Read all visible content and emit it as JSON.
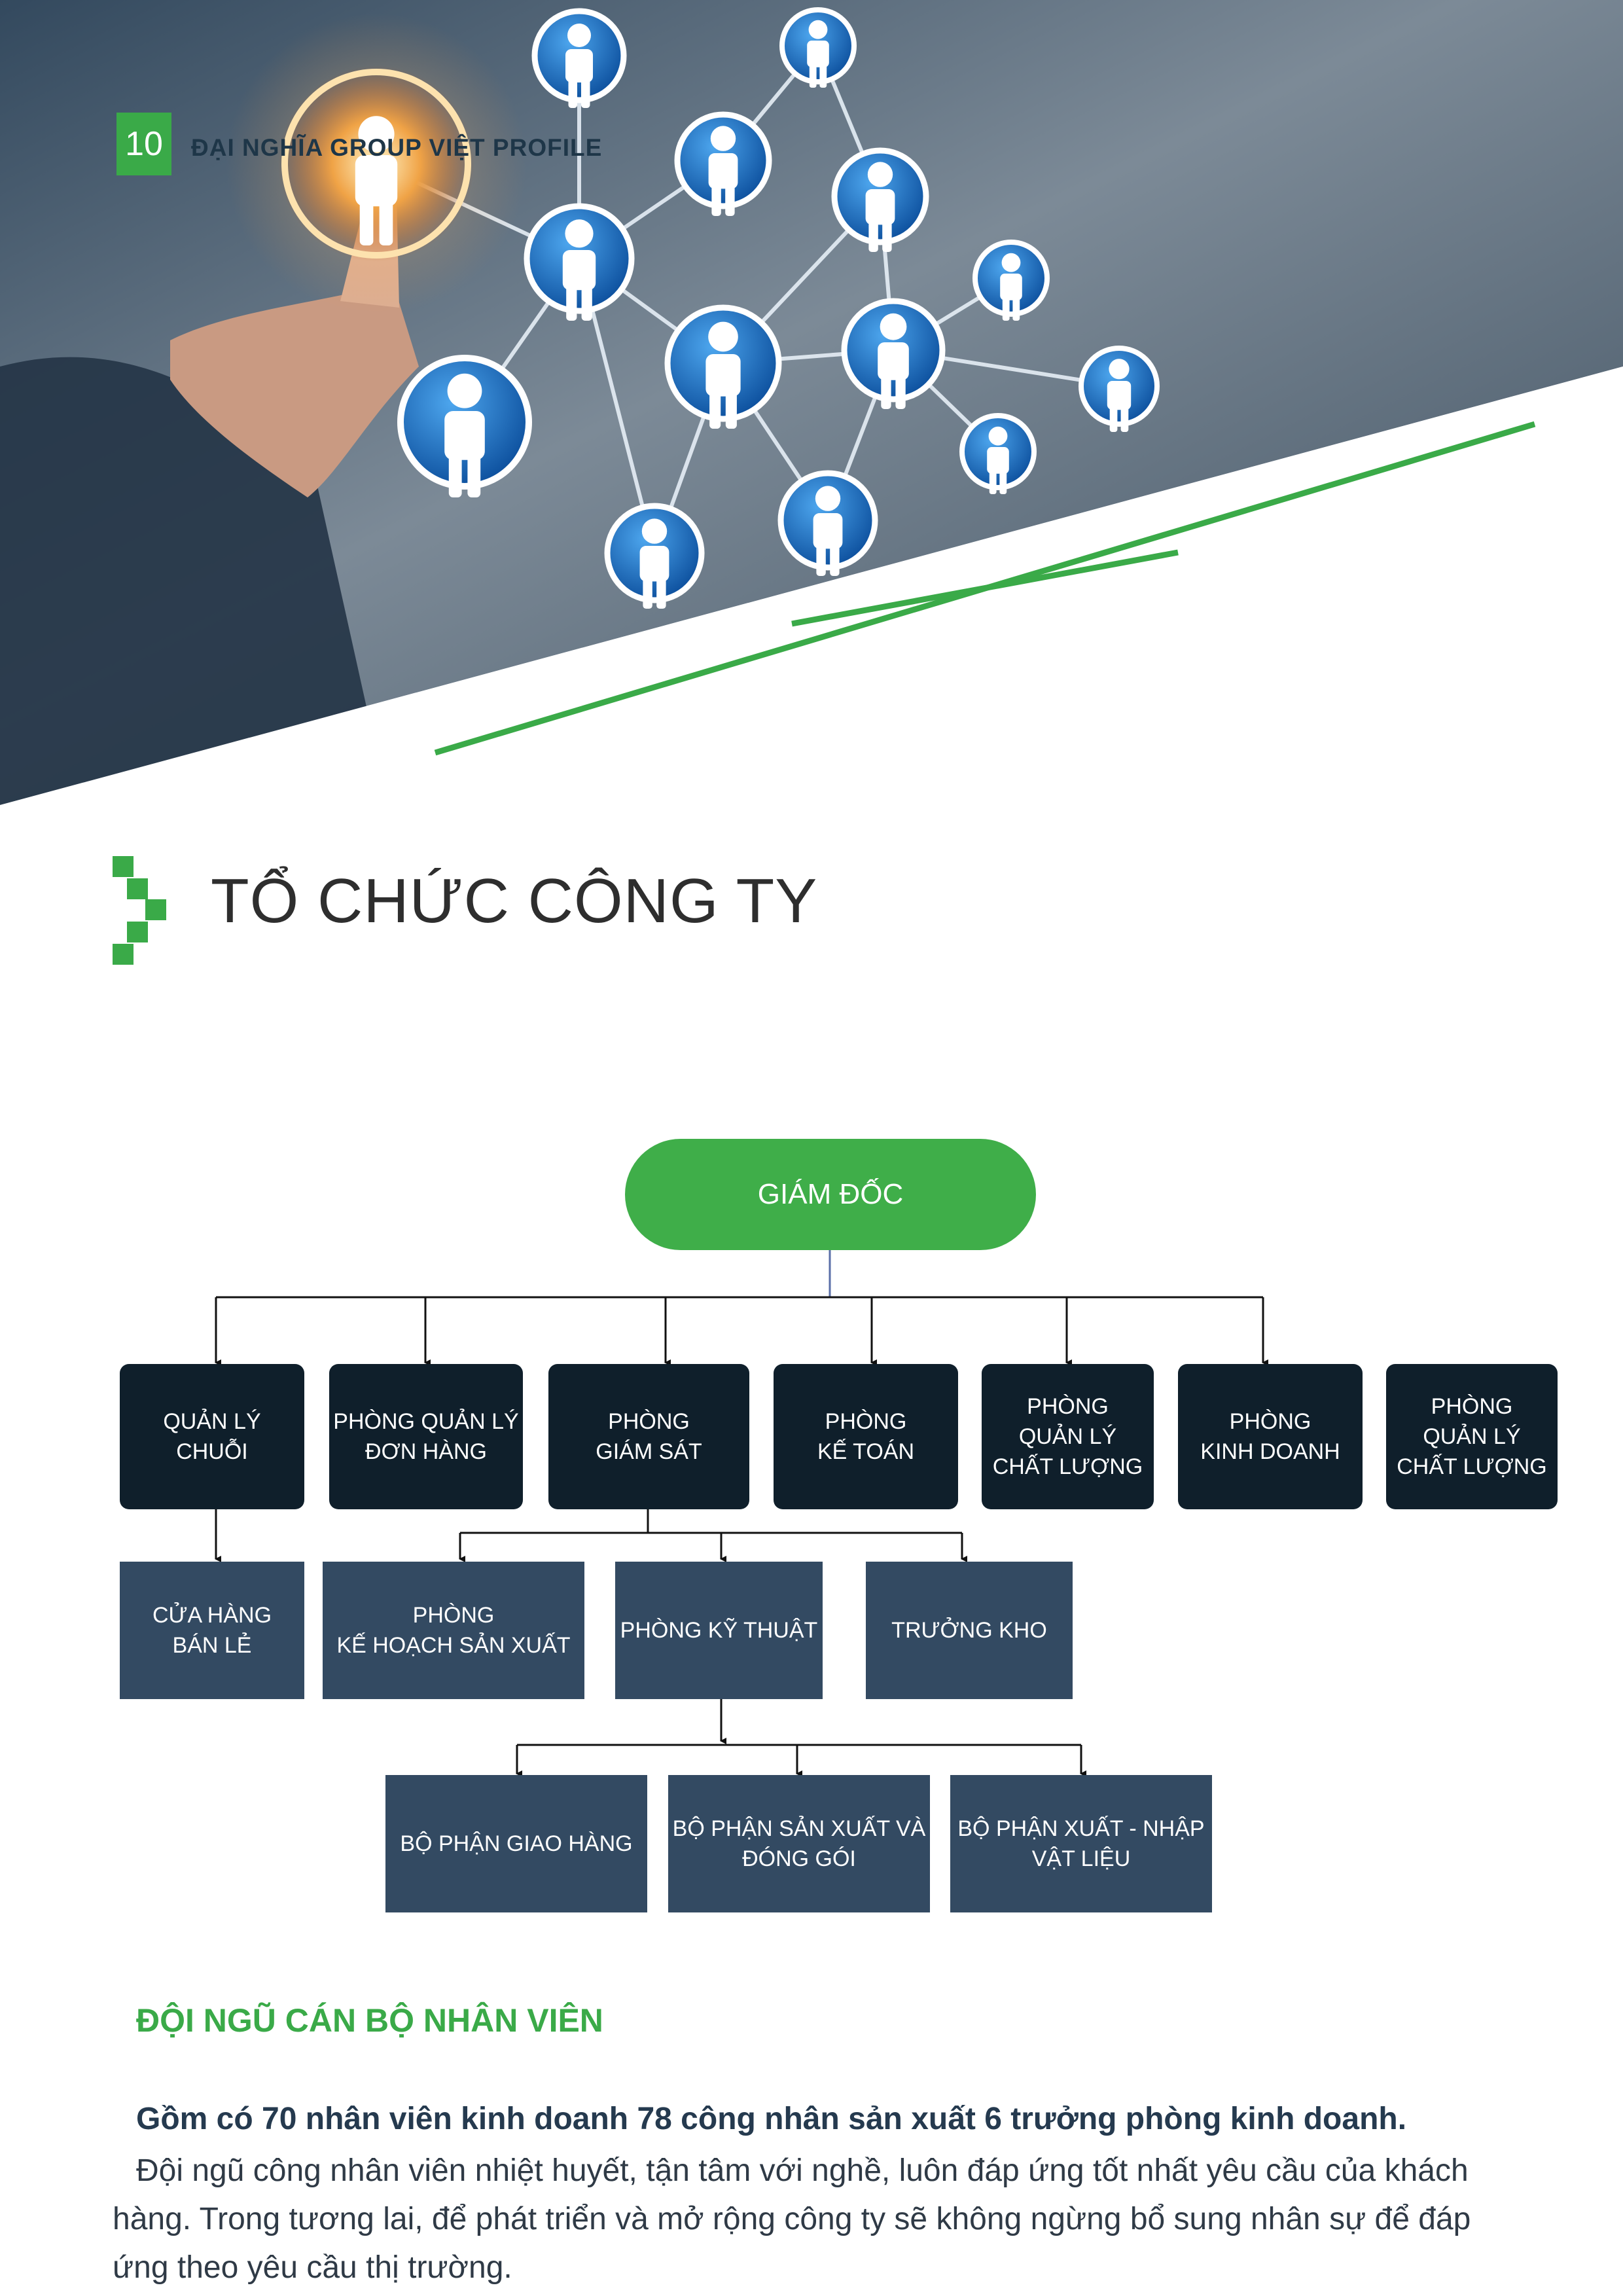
{
  "header": {
    "page_number": "10",
    "title": "ĐẠI NGHĨA GROUP VIỆT PROFILE"
  },
  "section": {
    "title": "TỔ CHỨC CÔNG TY"
  },
  "org_chart": {
    "director": "GIÁM ĐỐC",
    "departments": [
      "QUẢN LÝ\nCHUỖI",
      "PHÒNG QUẢN LÝ\nĐƠN HÀNG",
      "PHÒNG\nGIÁM SÁT",
      "PHÒNG\nKẾ TOÁN",
      "PHÒNG\nQUẢN LÝ\nCHẤT LƯỢNG",
      "PHÒNG\nKINH DOANH",
      "PHÒNG\nQUẢN LÝ\nCHẤT LƯỢNG"
    ],
    "retail": "CỬA HÀNG\nBÁN LẺ",
    "supervision_units": [
      "PHÒNG\nKẾ HOẠCH SẢN XUẤT",
      "PHÒNG KỸ THUẬT",
      "TRƯỞNG KHO"
    ],
    "technical_units": [
      "BỘ PHẬN GIAO HÀNG",
      "BỘ PHẬN SẢN XUẤT VÀ\nĐÓNG GÓI",
      "BỘ PHẬN XUẤT - NHẬP\nVẬT LIỆU"
    ],
    "colors": {
      "director": "#3fae49",
      "department": "#0f1f2b",
      "unit": "#334a62"
    }
  },
  "staff": {
    "heading": "ĐỘI NGŨ CÁN BỘ NHÂN VIÊN",
    "lead": "Gồm có 70 nhân viên kinh doanh 78 công nhân sản xuất 6 trưởng phòng kinh doanh.",
    "body": "Đội ngũ công nhân viên nhiệt huyết, tận tâm với nghề, luôn đáp ứng tốt nhất yêu cầu của khách hàng. Trong tương lai, để phát triển và mở rộng công ty sẽ không ngừng bổ sung nhân sự để đáp ứng theo yêu cầu thị trường."
  },
  "theme": {
    "accent": "#3aaa48",
    "dark": "#0f1f2b",
    "navy": "#334a62"
  }
}
